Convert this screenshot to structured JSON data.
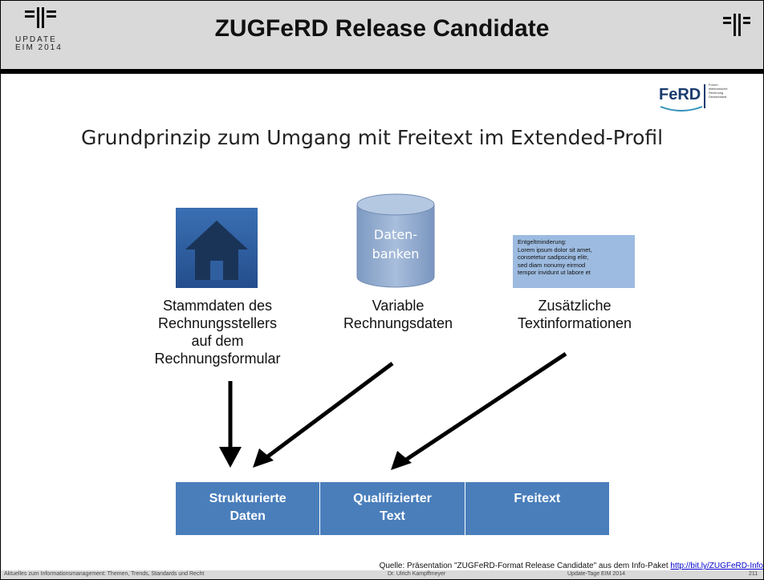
{
  "header": {
    "title": "ZUGFeRD Release Candidate",
    "logo_left_text": "UPDATE EIM 2014",
    "logo_left_line1": "UPDATE",
    "logo_left_line2": "EIM  2014"
  },
  "ferd_logo": {
    "text": "FeRD",
    "subtext": "Forum elektronische Rechnung Deutschland"
  },
  "subtitle": "Grundprinzip zum Umgang mit Freitext im Extended-Profil",
  "database_label_line1": "Daten-",
  "database_label_line2": "banken",
  "textbox": {
    "line1": "Entgeltminderung:",
    "line2": "Lorem ipsum dolor sit amet,",
    "line3": "consetetur sadipscing elitr,",
    "line4": "sed diam nonumy eirmod",
    "line5": "tempor invidunt ut labore et"
  },
  "captions": {
    "c1_l1": "Stammdaten des",
    "c1_l2": "Rechnungsstellers",
    "c1_l3": "auf dem",
    "c1_l4": "Rechnungsformular",
    "c2_l1": "Variable",
    "c2_l2": "Rechnungsdaten",
    "c3_l1": "Zusätzliche",
    "c3_l2": "Textinformationen"
  },
  "table": {
    "cell1_l1": "Strukturierte",
    "cell1_l2": "Daten",
    "cell2_l1": "Qualifizierter",
    "cell2_l2": "Text",
    "cell3_l1": "Freitext"
  },
  "source": {
    "text": "Quelle: Präsentation \"ZUGFeRD-Format Release Candidate\" aus dem Info-Paket ",
    "link": "http://bit.ly/ZUGFeRD-Info"
  },
  "footer": {
    "left": "Aktuelles zum Informationsmanagement: Themen, Trends, Standards und Recht",
    "center": "Dr. Ulrich Kampffmeyer",
    "right": "Update-Tage EIM 2014",
    "page": "211"
  },
  "colors": {
    "header_bg": "#d9d9d9",
    "accent_blue": "#4a7ebb",
    "textbox_bg": "#9dbbe0",
    "house_blue": "#2f5f9f"
  }
}
